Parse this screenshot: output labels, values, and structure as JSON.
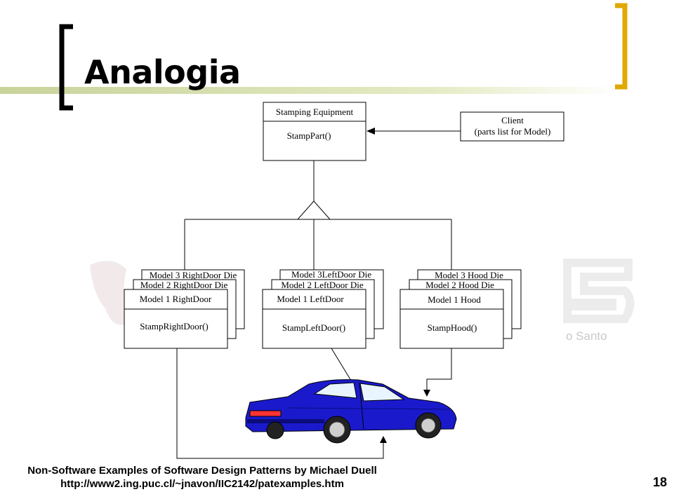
{
  "slide": {
    "title": "Analogia",
    "number": "18",
    "accent_color": "#c8d39a",
    "bracket_right_color": "#e0a800"
  },
  "diagram": {
    "stamping_equipment": {
      "name": "Stamping Equipment",
      "operation": "StampPart()"
    },
    "client": {
      "line1": "Client",
      "line2": "(parts list for Model)"
    },
    "right_door": {
      "back2": "Model 3 RightDoor Die",
      "back1": "Model 2 RightDoor Die",
      "name": "Model 1 RightDoor",
      "operation": "StampRightDoor()"
    },
    "left_door": {
      "back2": "Model 3LeftDoor Die",
      "back1": "Model 2 LeftDoor Die",
      "name": "Model 1 LeftDoor",
      "operation": "StampLeftDoor()"
    },
    "hood": {
      "back2": "Model 3 Hood Die",
      "back1": "Model 2 Hood Die",
      "name": "Model 1 Hood",
      "operation": "StampHood()"
    },
    "car_color": "#1a1acc",
    "watermark_text": "o Santo"
  },
  "footer": {
    "line1": "Non-Software Examples of Software Design Patterns by Michael Duell",
    "line2": "http://www2.ing.puc.cl/~jnavon/IIC2142/patexamples.htm"
  }
}
